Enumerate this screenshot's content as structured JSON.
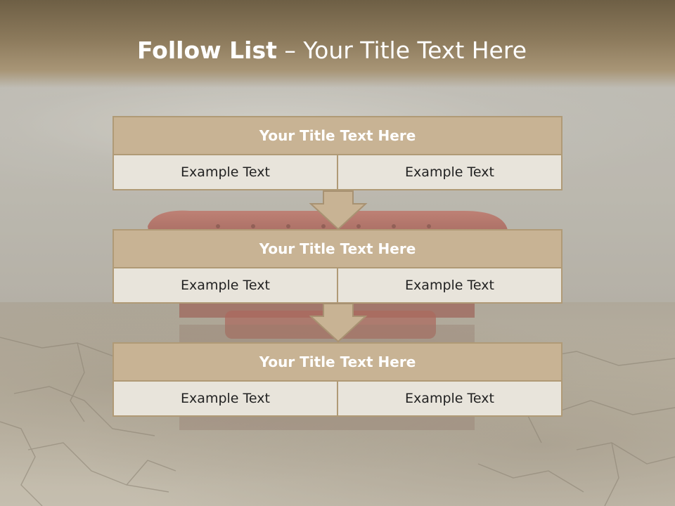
{
  "slide": {
    "title_bold": "Follow List",
    "title_rest": "– Your Title Text Here"
  },
  "blocks": [
    {
      "title": "Your Title Text Here",
      "left": "Example Text",
      "right": "Example Text"
    },
    {
      "title": "Your Title Text Here",
      "left": "Example Text",
      "right": "Example Text"
    },
    {
      "title": "Your Title Text Here",
      "left": "Example Text",
      "right": "Example Text"
    }
  ],
  "colors": {
    "title_band": "#8c7a5c",
    "block_header": "#c8b394",
    "block_border": "#b09a76",
    "cell_fill": "#e8e4db",
    "arrow_fill": "#c8b394"
  },
  "icons": {
    "connector": "down-arrow-icon"
  }
}
